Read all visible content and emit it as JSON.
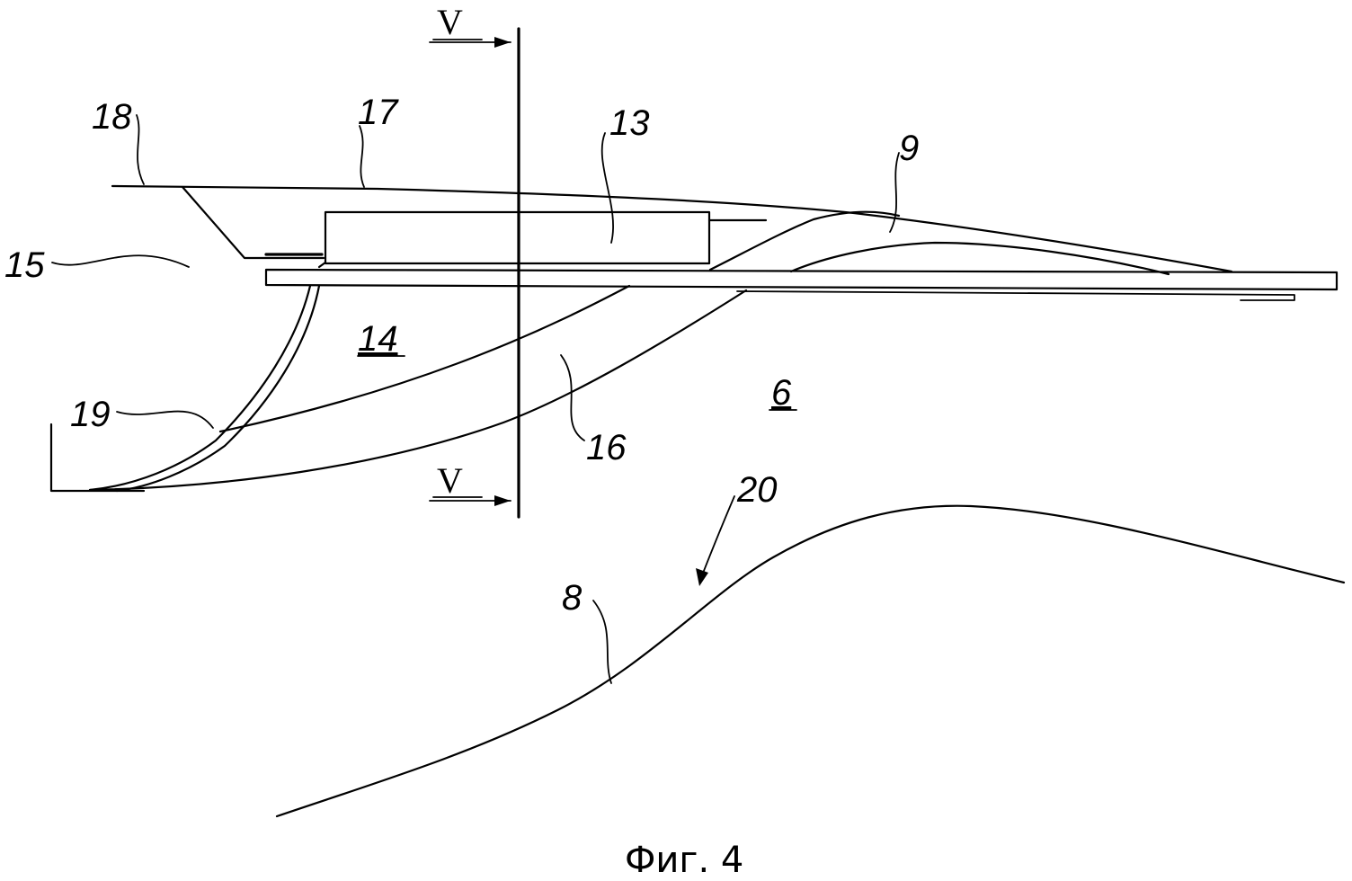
{
  "figure": {
    "caption": "Фиг. 4",
    "section_marker": "V",
    "labels": {
      "l18": "18",
      "l17": "17",
      "l13": "13",
      "l9": "9",
      "l15": "15",
      "l14": "14",
      "l6": "6",
      "l19": "19",
      "l16": "16",
      "l20": "20",
      "l8": "8"
    }
  }
}
